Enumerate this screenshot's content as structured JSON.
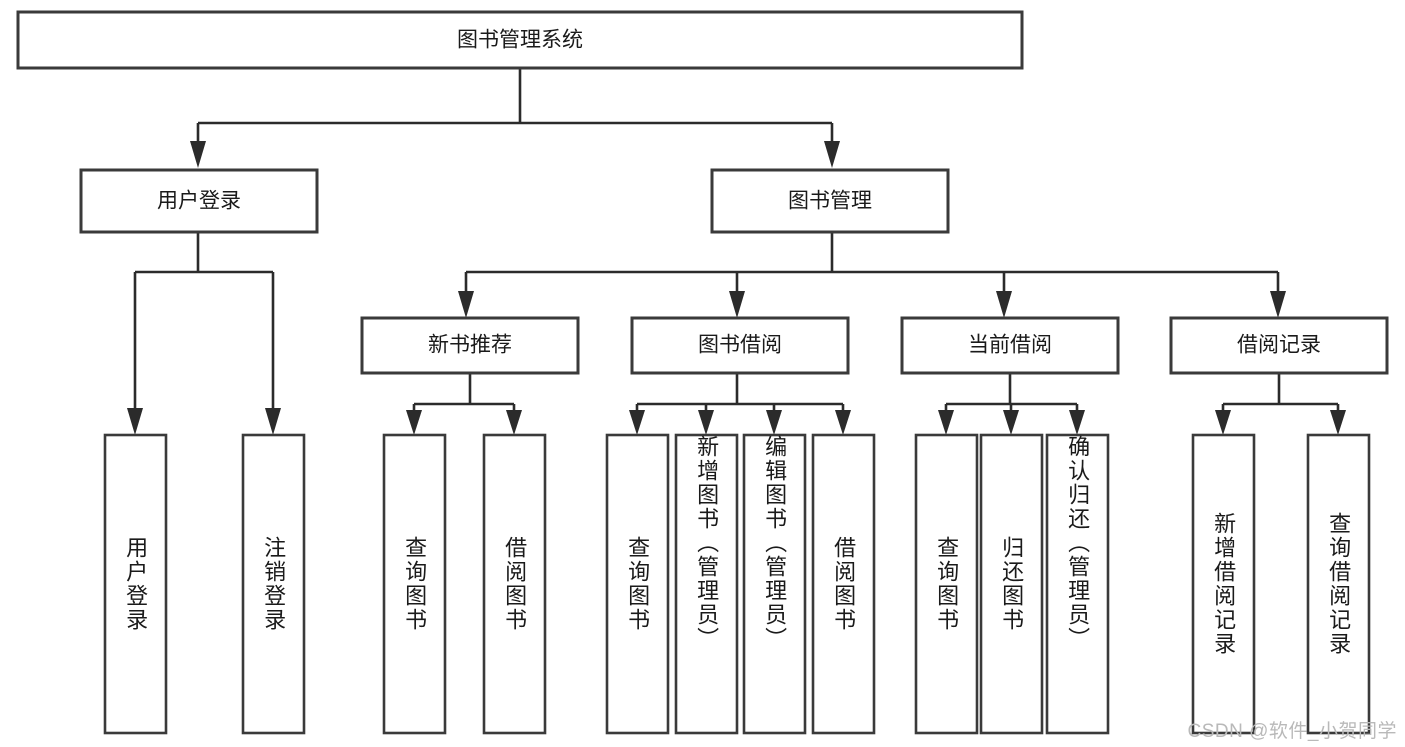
{
  "diagram": {
    "title": "图书管理系统",
    "type": "tree",
    "watermark": "CSDN @软件_小贺同学",
    "root": {
      "id": "root",
      "label": "图书管理系统",
      "orientation": "horizontal"
    },
    "level1": [
      {
        "id": "user-login",
        "label": "用户登录",
        "orientation": "horizontal"
      },
      {
        "id": "book-manage",
        "label": "图书管理",
        "orientation": "horizontal"
      }
    ],
    "level2": [
      {
        "id": "new-book-recommend",
        "label": "新书推荐",
        "parent": "book-manage",
        "orientation": "horizontal"
      },
      {
        "id": "book-borrow",
        "label": "图书借阅",
        "parent": "book-manage",
        "orientation": "horizontal"
      },
      {
        "id": "current-borrow",
        "label": "当前借阅",
        "parent": "book-manage",
        "orientation": "horizontal"
      },
      {
        "id": "borrow-record",
        "label": "借阅记录",
        "parent": "book-manage",
        "orientation": "horizontal"
      }
    ],
    "leaves": [
      {
        "id": "leaf-user-login",
        "label": "用户登录",
        "parent": "user-login",
        "orientation": "vertical"
      },
      {
        "id": "leaf-user-logout",
        "label": "注销登录",
        "parent": "user-login",
        "orientation": "vertical"
      },
      {
        "id": "leaf-query-book-1",
        "label": "查询图书",
        "parent": "new-book-recommend",
        "orientation": "vertical"
      },
      {
        "id": "leaf-borrow-book-1",
        "label": "借阅图书",
        "parent": "new-book-recommend",
        "orientation": "vertical"
      },
      {
        "id": "leaf-query-book-2",
        "label": "查询图书",
        "parent": "book-borrow",
        "orientation": "vertical"
      },
      {
        "id": "leaf-add-book",
        "label": "新增图书（管理员）",
        "parent": "book-borrow",
        "orientation": "vertical"
      },
      {
        "id": "leaf-edit-book",
        "label": "编辑图书（管理员）",
        "parent": "book-borrow",
        "orientation": "vertical"
      },
      {
        "id": "leaf-borrow-book-2",
        "label": "借阅图书",
        "parent": "book-borrow",
        "orientation": "vertical"
      },
      {
        "id": "leaf-query-book-3",
        "label": "查询图书",
        "parent": "current-borrow",
        "orientation": "vertical"
      },
      {
        "id": "leaf-return-book",
        "label": "归还图书",
        "parent": "current-borrow",
        "orientation": "vertical"
      },
      {
        "id": "leaf-confirm-return",
        "label": "确认归还（管理员）",
        "parent": "current-borrow",
        "orientation": "vertical"
      },
      {
        "id": "leaf-add-record",
        "label": "新增借阅记录",
        "parent": "borrow-record",
        "orientation": "vertical"
      },
      {
        "id": "leaf-query-record",
        "label": "查询借阅记录",
        "parent": "borrow-record",
        "orientation": "vertical"
      }
    ],
    "colors": {
      "box_stroke": "#3a3a3a",
      "line": "#2b2b2b",
      "box_fill": "#ffffff",
      "text": "#1a1a1a",
      "watermark": "#b9b9b9",
      "background": "#ffffff"
    }
  }
}
